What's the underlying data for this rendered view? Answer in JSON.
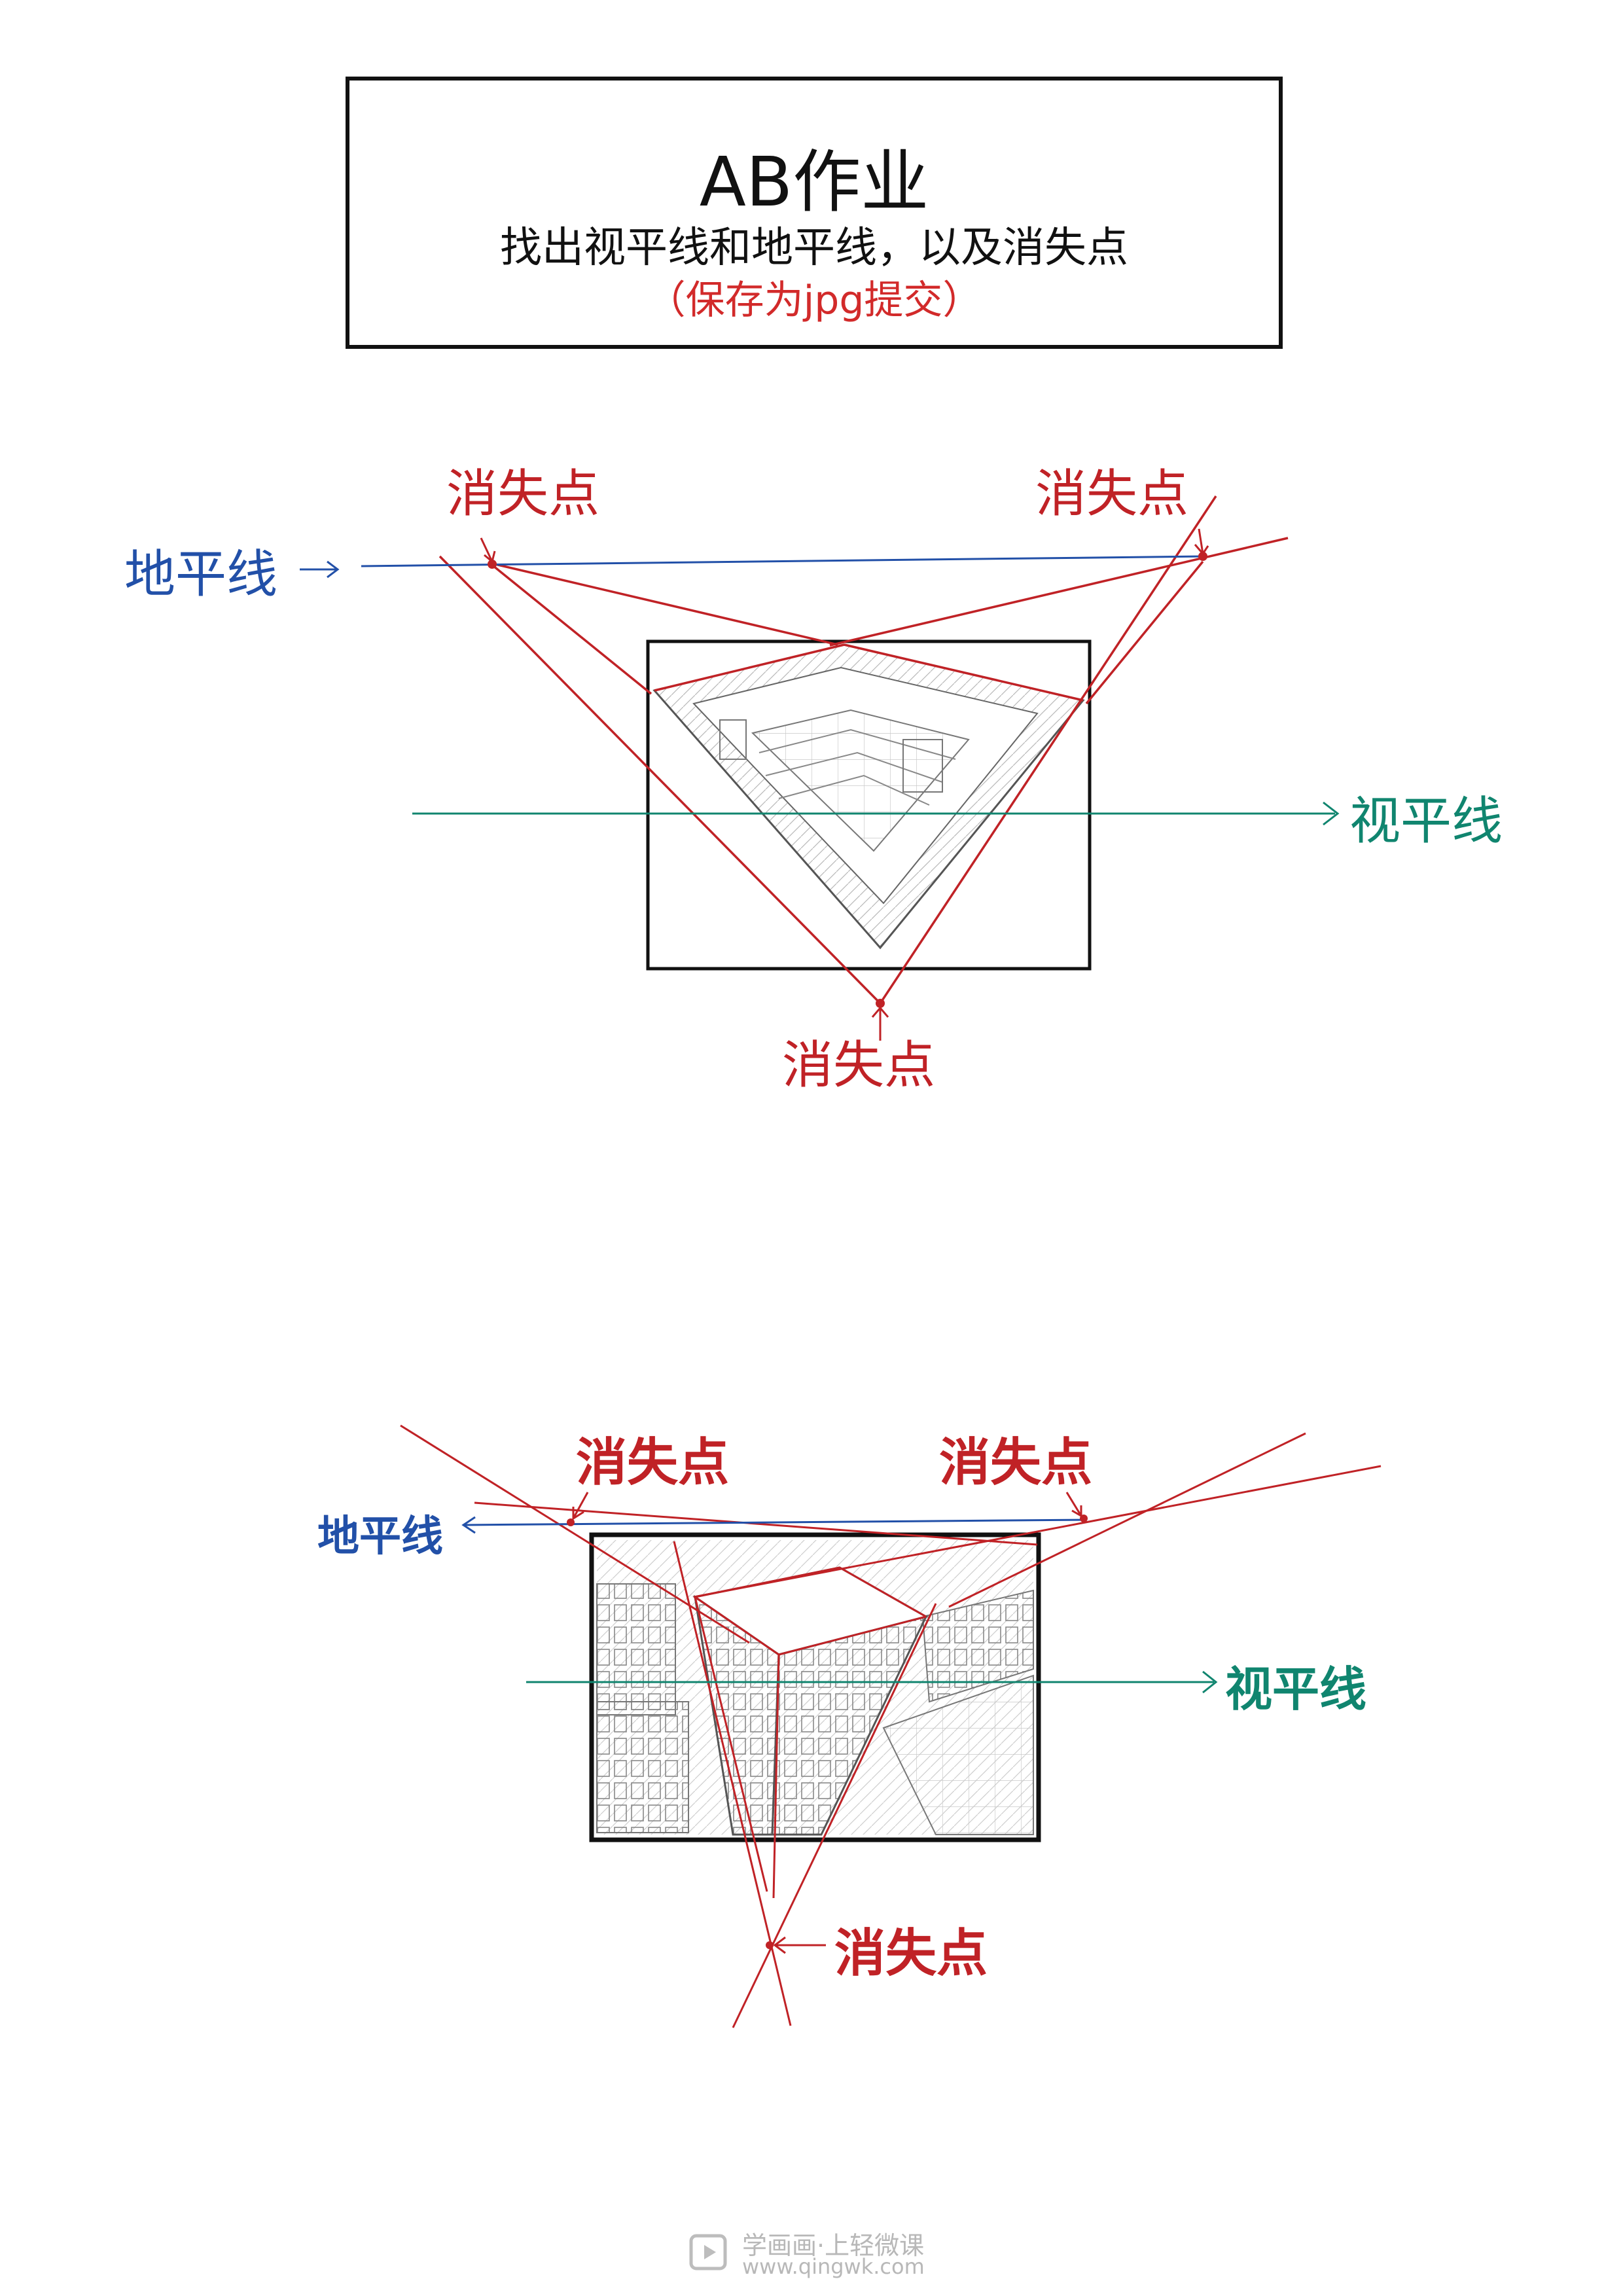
{
  "header": {
    "title": "AB作业",
    "subtitle": "找出视平线和地平线，以及消失点",
    "note": "（保存为jpg提交）"
  },
  "diagram_a": {
    "vp_left_label": "消失点",
    "vp_right_label": "消失点",
    "vp_bottom_label": "消失点",
    "horizon_label": "地平线",
    "eye_level_label": "视平线"
  },
  "diagram_b": {
    "vp_left_label": "消失点",
    "vp_right_label": "消失点",
    "vp_bottom_label": "消失点",
    "horizon_label": "地平线",
    "eye_level_label": "视平线"
  },
  "watermark": {
    "line1": "学画画·上轻微课",
    "line2": "www.qingwk.com"
  },
  "colors": {
    "vp_red": "#c02226",
    "horizon_blue": "#2250a8",
    "eye_level_teal": "#10856f",
    "frame": "#111111"
  }
}
